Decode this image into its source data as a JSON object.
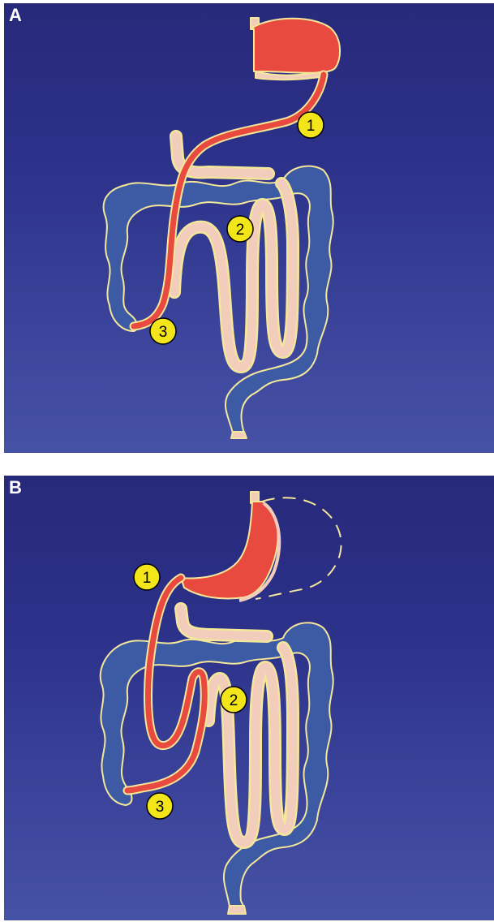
{
  "panels": [
    {
      "letter": "A",
      "callouts": {
        "c1": "1",
        "c2": "2",
        "c3": "3"
      }
    },
    {
      "letter": "B",
      "callouts": {
        "c1": "1",
        "c2": "2",
        "c3": "3"
      }
    }
  ],
  "colors": {
    "background_top": "#27297a",
    "background_bottom": "#4451a6",
    "colon_fill": "#3c5ba4",
    "outline": "#f4e79a",
    "alimentary_limb": "#e84a3f",
    "bowel_loop": "#f2cdbc",
    "callout_fill": "#f2e51a"
  }
}
